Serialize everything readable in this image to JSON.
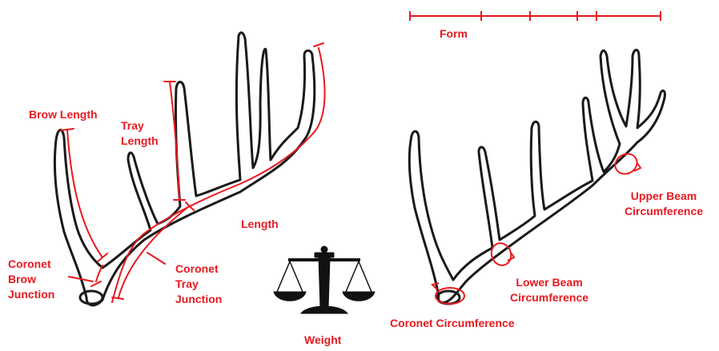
{
  "colors": {
    "annotation": "#e8191f",
    "outline": "#1a1a1a",
    "background": "#ffffff"
  },
  "labels": {
    "brow_length": "Brow Length",
    "tray_length": [
      "Tray",
      "Length"
    ],
    "length": "Length",
    "coronet_brow_junction": [
      "Coronet",
      "Brow",
      "Junction"
    ],
    "coronet_tray_junction": [
      "Coronet",
      "Tray",
      "Junction"
    ],
    "weight": "Weight",
    "form": "Form",
    "upper_beam_circumference": [
      "Upper Beam",
      "Circumference"
    ],
    "lower_beam_circumference": [
      "Lower Beam",
      "Circumference"
    ],
    "coronet_circumference": "Coronet Circumference"
  },
  "icons": {
    "weight": "balance-scale-icon"
  }
}
